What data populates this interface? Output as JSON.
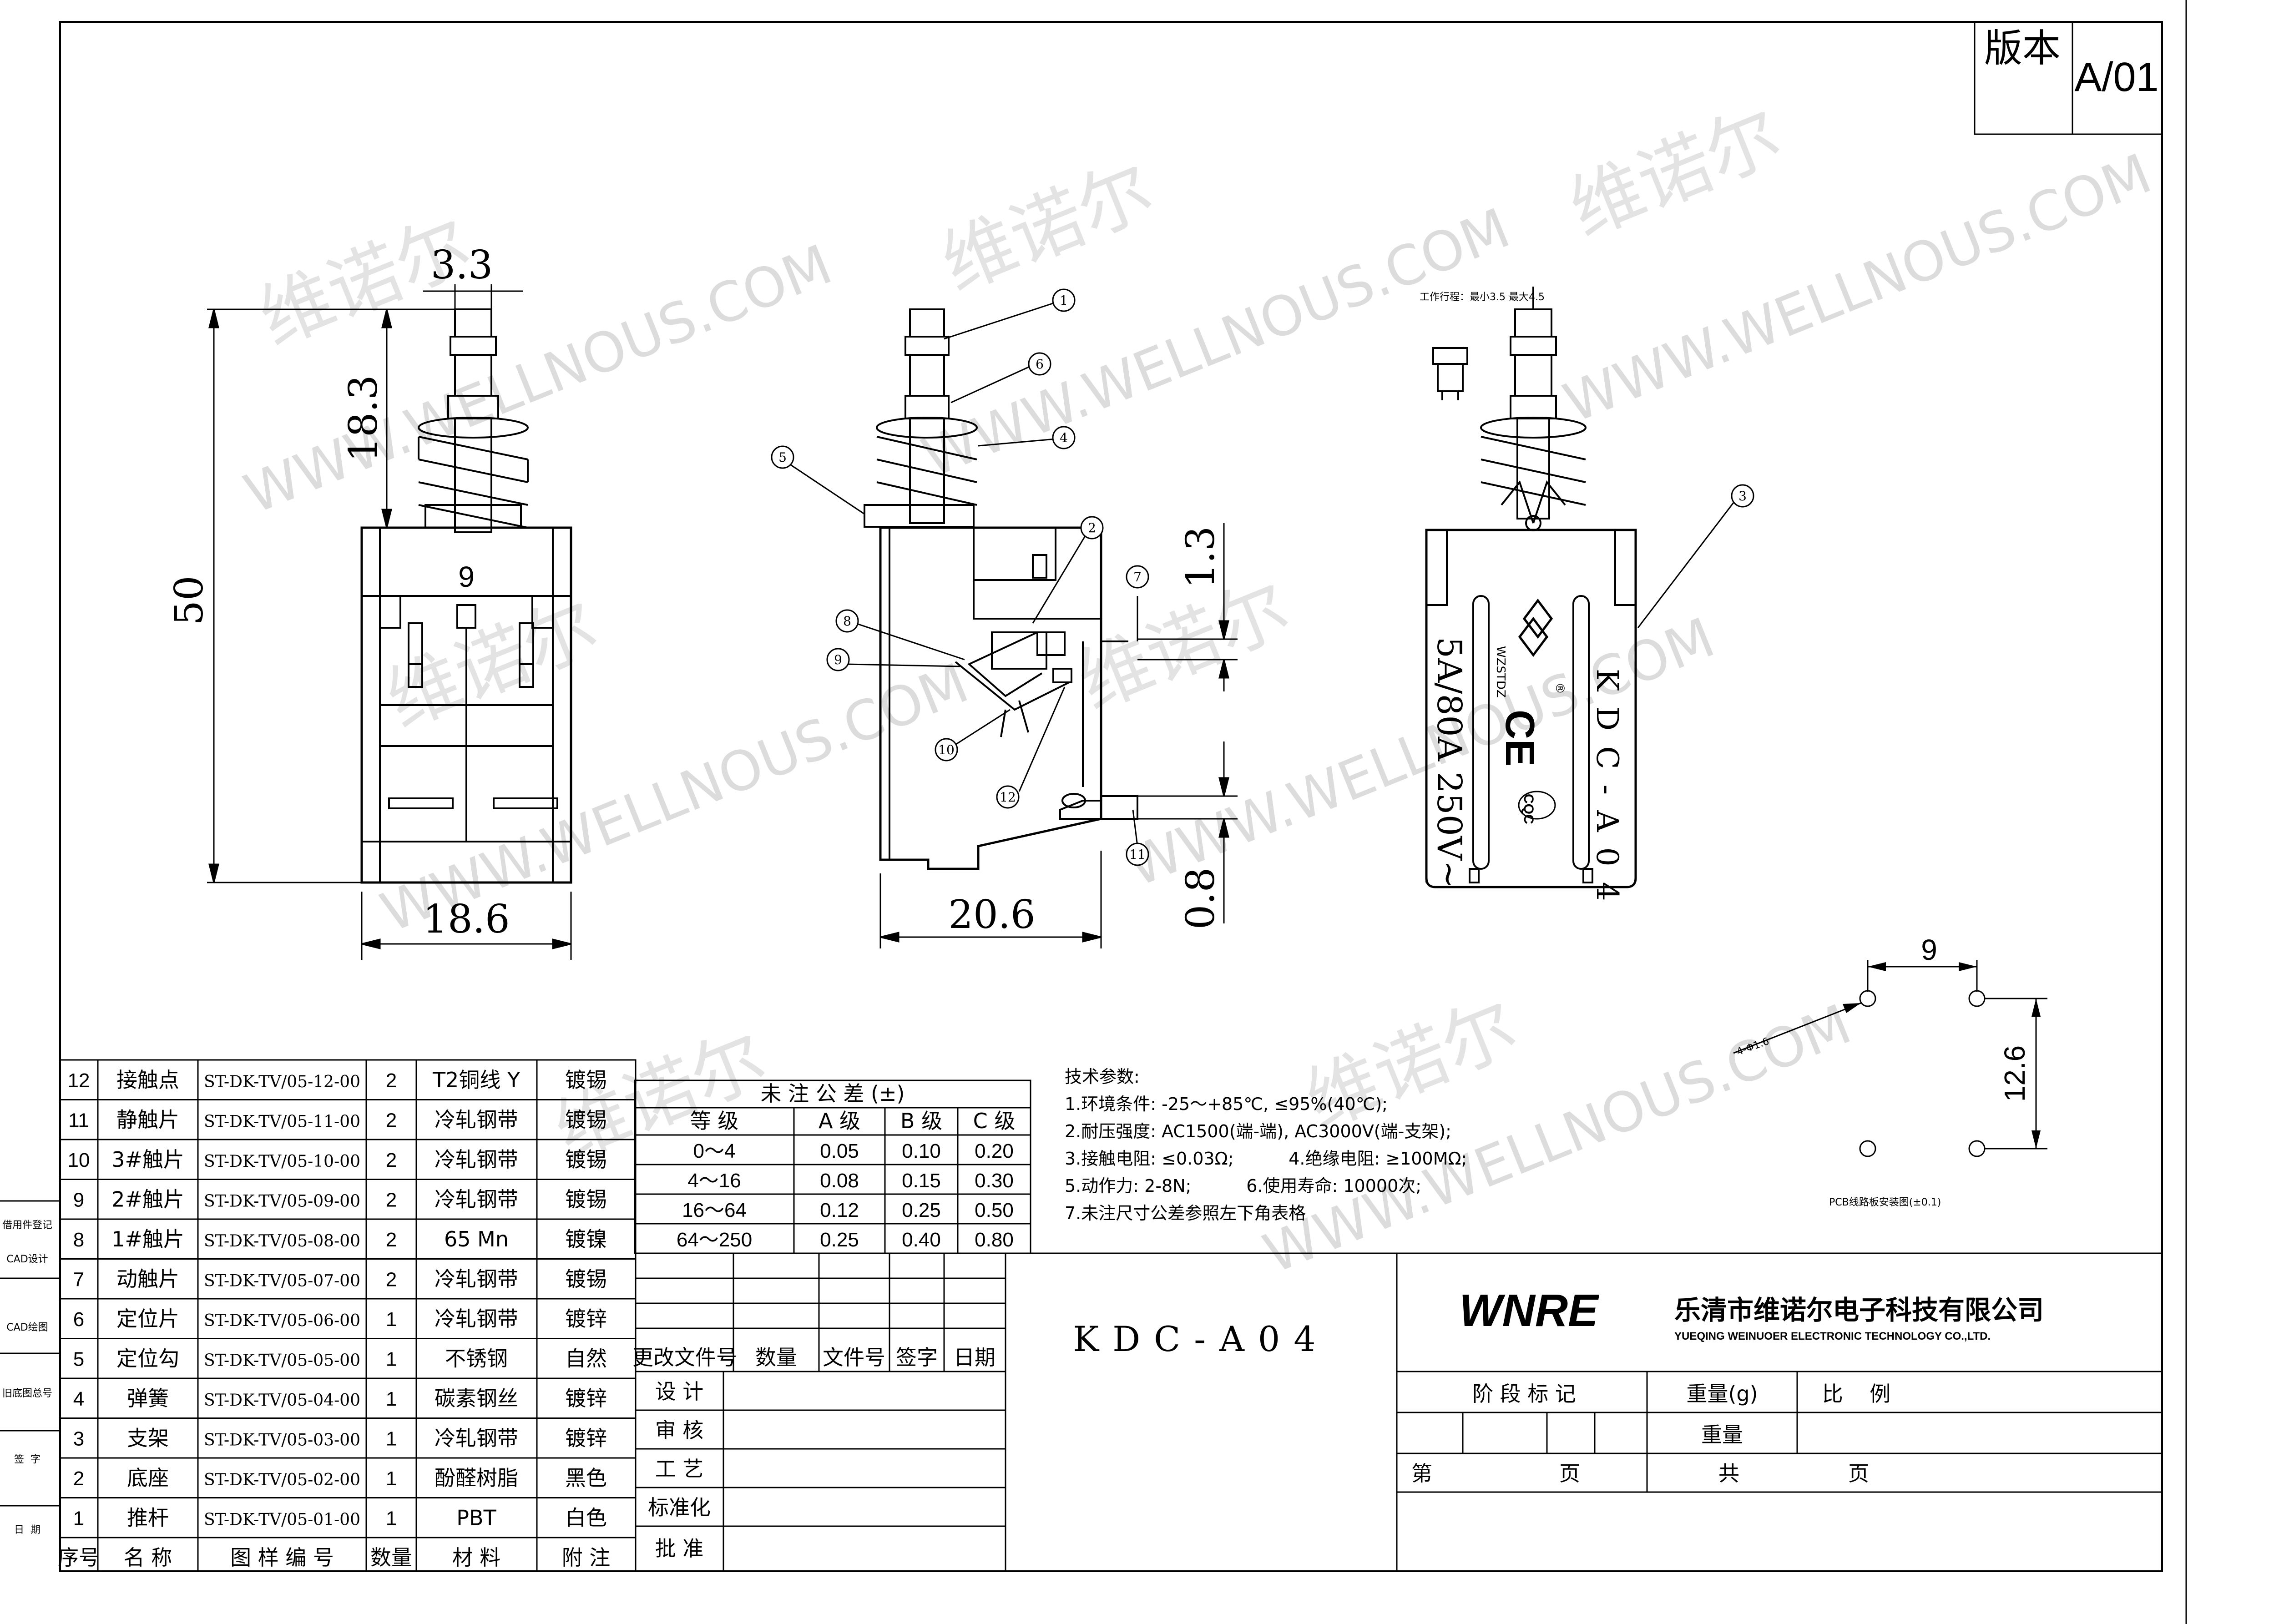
{
  "watermark": {
    "brand": "维诺尔",
    "url": "WWW.WELLNOUS.COM"
  },
  "revision": {
    "label": "版本",
    "value": "A/01"
  },
  "dimensions": {
    "front_top_width": "3.3",
    "front_stem_height": "18.3",
    "front_total_height": "50",
    "front_inner_width": "9",
    "front_base_width": "18.6",
    "side_base_width": "20.6",
    "side_gap_top": "1.3",
    "side_gap_bottom": "0.8"
  },
  "stroke_note": "工作行程：最小3.5  最大4.5",
  "callouts": [
    "1",
    "2",
    "3",
    "4",
    "5",
    "6",
    "7",
    "8",
    "9",
    "10",
    "11",
    "12"
  ],
  "body_marking": {
    "rating": "5A/80A  250V~",
    "model": "KDC-A04",
    "brand_code": "WZSTDZ",
    "registered": "®",
    "ce": "CE",
    "cqc": "CQC"
  },
  "pcb": {
    "pitch_x": "9",
    "pitch_y": "12.6",
    "holes": "4-Φ1.6",
    "caption": "PCB线路板安装图(±0.1)"
  },
  "tech_params": {
    "title": "技术参数:",
    "lines": [
      "1.环境条件: -25～+85℃, ≤95%(40℃);",
      "2.耐压强度: AC1500(端-端), AC3000V(端-支架);",
      "3.接触电阻: ≤0.03Ω;          4.绝缘电阻: ≥100MΩ;",
      "5.动作力: 2-8N;          6.使用寿命: 10000次;",
      "7.未注尺寸公差参照左下角表格"
    ]
  },
  "tolerance": {
    "title": "未 注 公 差 (±)",
    "headers": [
      "等  级",
      "A 级",
      "B 级",
      "C 级"
    ],
    "rows": [
      [
        "0～4",
        "0.05",
        "0.10",
        "0.20"
      ],
      [
        "4～16",
        "0.08",
        "0.15",
        "0.30"
      ],
      [
        "16～64",
        "0.12",
        "0.25",
        "0.50"
      ],
      [
        "64～250",
        "0.25",
        "0.40",
        "0.80"
      ]
    ]
  },
  "bom": {
    "headers": [
      "序号",
      "名 称",
      "图 样 编 号",
      "数量",
      "材  料",
      "附 注"
    ],
    "rows": [
      [
        "12",
        "接触点",
        "ST-DK-TV/05-12-00",
        "2",
        "T2铜线 Y",
        "镀锡"
      ],
      [
        "11",
        "静触片",
        "ST-DK-TV/05-11-00",
        "2",
        "冷轧钢带",
        "镀锡"
      ],
      [
        "10",
        "3#触片",
        "ST-DK-TV/05-10-00",
        "2",
        "冷轧钢带",
        "镀锡"
      ],
      [
        "9",
        "2#触片",
        "ST-DK-TV/05-09-00",
        "2",
        "冷轧钢带",
        "镀锡"
      ],
      [
        "8",
        "1#触片",
        "ST-DK-TV/05-08-00",
        "2",
        "65   Mn",
        "镀镍"
      ],
      [
        "7",
        "动触片",
        "ST-DK-TV/05-07-00",
        "2",
        "冷轧钢带",
        "镀锡"
      ],
      [
        "6",
        "定位片",
        "ST-DK-TV/05-06-00",
        "1",
        "冷轧钢带",
        "镀锌"
      ],
      [
        "5",
        "定位勾",
        "ST-DK-TV/05-05-00",
        "1",
        "不锈钢",
        "自然"
      ],
      [
        "4",
        "弹簧",
        "ST-DK-TV/05-04-00",
        "1",
        "碳素钢丝",
        "镀锌"
      ],
      [
        "3",
        "支架",
        "ST-DK-TV/05-03-00",
        "1",
        "冷轧钢带",
        "镀锌"
      ],
      [
        "2",
        "底座",
        "ST-DK-TV/05-02-00",
        "1",
        "酚醛树脂",
        "黑色"
      ],
      [
        "1",
        "推杆",
        "ST-DK-TV/05-01-00",
        "1",
        "PBT",
        "白色"
      ]
    ]
  },
  "side_labels": [
    "借用件登记",
    "CAD设计",
    "CAD绘图",
    "旧底图总号",
    "签  字",
    "日  期"
  ],
  "change_block": {
    "headers": [
      "更改文件号",
      "数量",
      "文件号",
      "签字",
      "日期"
    ],
    "roles": [
      "设 计",
      "审 核",
      "工 艺",
      "标准化",
      "批 准"
    ]
  },
  "title_block": {
    "drawing_name": "KDC-A04",
    "logo": "WNRE",
    "company_cn": "乐清市维诺尔电子科技有限公司",
    "company_en": "YUEQING WEINUOER ELECTRONIC TECHNOLOGY CO.,LTD.",
    "stage_mark": "阶 段 标 记",
    "weight_g": "重量(g)",
    "scale": "比    例",
    "weight": "重量",
    "sheet_no": "第",
    "sheet_unit": "页",
    "total": "共",
    "total_unit": "页"
  }
}
